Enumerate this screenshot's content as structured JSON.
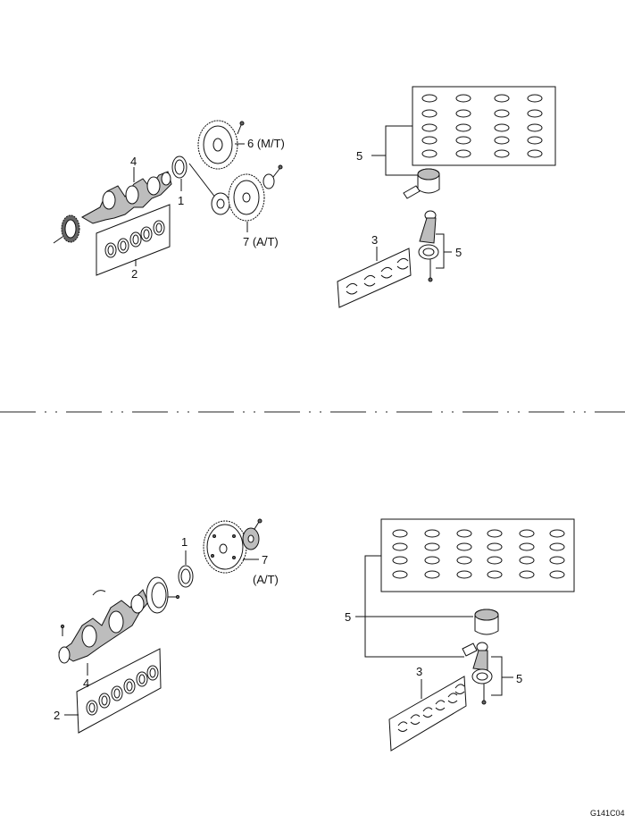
{
  "upper": {
    "callouts": {
      "seal": "1",
      "main_bearings": "2",
      "conrod_bearings": "3",
      "crankshaft": "4",
      "piston_group": "5",
      "conrod": "5",
      "flywheel_mt": "6 (M/T)",
      "driveplate_at": "7 (A/T)"
    }
  },
  "lower": {
    "callouts": {
      "seal": "1",
      "main_bearings": "2",
      "conrod_bearings": "3",
      "crankshaft": "4",
      "piston_group": "5",
      "conrod": "5",
      "driveplate_at_num": "7",
      "driveplate_at_txt": "(A/T)"
    }
  },
  "figure_code": "G141C04"
}
